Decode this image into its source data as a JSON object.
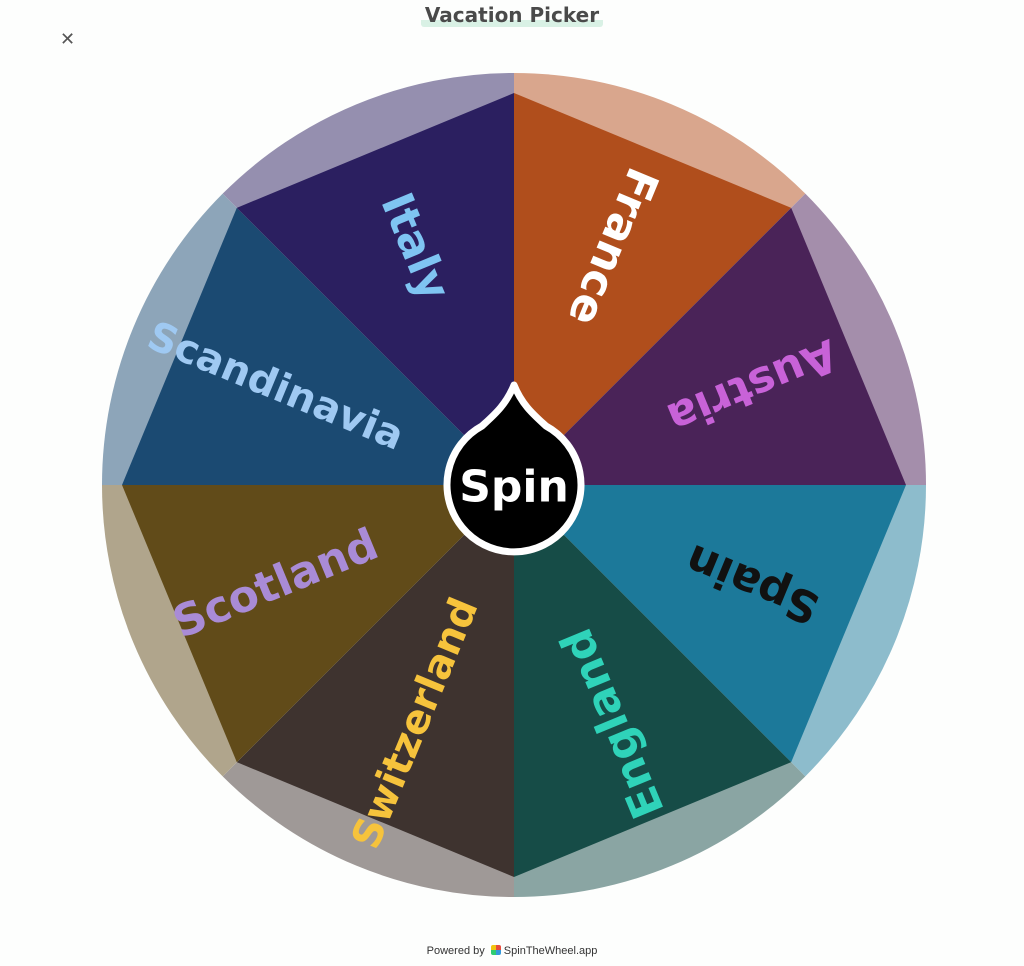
{
  "header": {
    "title": "Vacation Picker",
    "close_icon": "close-icon"
  },
  "wheel": {
    "spin_label": "Spin",
    "segments": [
      {
        "label": "France",
        "color": "#b04e1c",
        "ring": "#d9a68d",
        "text": "#ffffff"
      },
      {
        "label": "Austria",
        "color": "#4a2358",
        "ring": "#a48eab",
        "text": "#c862d8"
      },
      {
        "label": "Spain",
        "color": "#1c799a",
        "ring": "#8dbccc",
        "text": "#111111"
      },
      {
        "label": "England",
        "color": "#164c47",
        "ring": "#8aa5a3",
        "text": "#2fd3b9"
      },
      {
        "label": "Switzerland",
        "color": "#3e332f",
        "ring": "#9f9997",
        "text": "#f6c33c"
      },
      {
        "label": "Scotland",
        "color": "#614b19",
        "ring": "#b0a58c",
        "text": "#a98bd6"
      },
      {
        "label": "Scandinavia",
        "color": "#1b4a72",
        "ring": "#8da5b9",
        "text": "#9fc9f2"
      },
      {
        "label": "Italy",
        "color": "#2b1f60",
        "ring": "#958faf",
        "text": "#7fc4f2"
      }
    ]
  },
  "footer": {
    "powered": "Powered by",
    "brand": "SpinTheWheel.app"
  }
}
